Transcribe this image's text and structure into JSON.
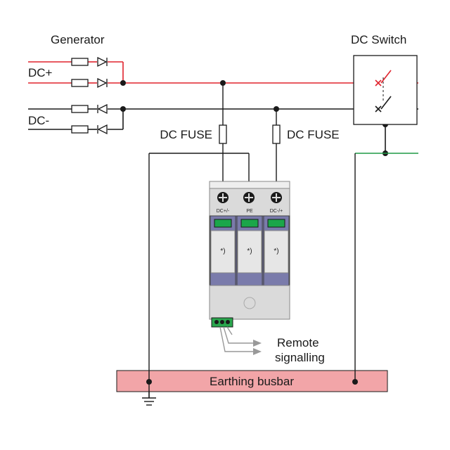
{
  "labels": {
    "generator": "Generator",
    "dc_switch": "DC Switch",
    "dc_plus": "DC+",
    "dc_minus": "DC-",
    "fuse_left": "DC FUSE",
    "fuse_right": "DC FUSE",
    "remote_line1": "Remote",
    "remote_line2": "signalling",
    "busbar": "Earthing busbar"
  },
  "spd": {
    "terminal_labels": [
      "DC+/-",
      "PE",
      "DC-/+"
    ],
    "module_marks": [
      "*)",
      "*)",
      "*)"
    ]
  },
  "colors": {
    "positive_line": "#e0232d",
    "negative_line": "#1a1a1a",
    "earth_line": "#1e9a45",
    "busbar_fill": "#f2a5a8",
    "spd_purple": "#6c6d9e",
    "spd_grey": "#dadada",
    "indicator_green": "#1ba64a"
  }
}
